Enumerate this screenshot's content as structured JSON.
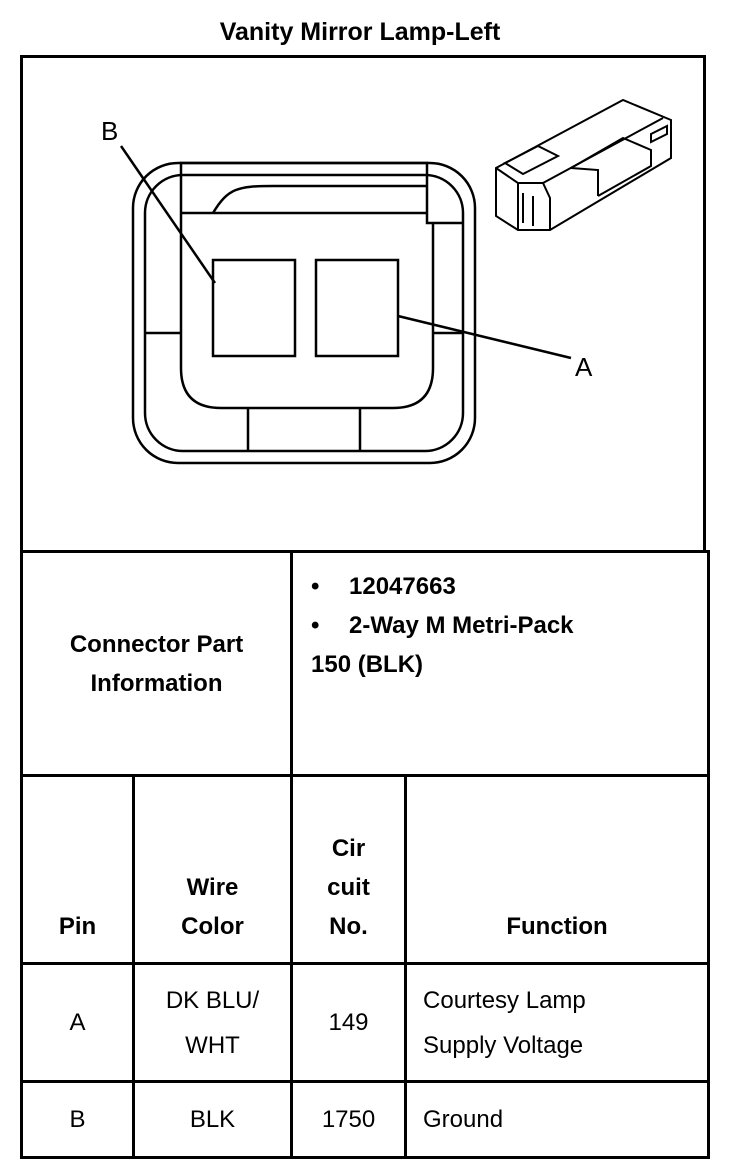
{
  "title": "Vanity Mirror Lamp-Left",
  "callouts": {
    "b": "B",
    "a": "A"
  },
  "connector_info": {
    "label_line1": "Connector Part",
    "label_line2": "Information",
    "bullet": "•",
    "part_number": "12047663",
    "part_desc_line1": "2-Way M Metri-Pack",
    "part_desc_line2": "150 (BLK)"
  },
  "pin_table": {
    "headers": {
      "pin": "Pin",
      "wire_color_line1": "Wire",
      "wire_color_line2": "Color",
      "circuit_line1": "Cir",
      "circuit_line2": "cuit",
      "circuit_line3": "No.",
      "function": "Function"
    },
    "rows": [
      {
        "pin": "A",
        "wire_line1": "DK BLU/",
        "wire_line2": "WHT",
        "circuit": "149",
        "function_line1": "Courtesy Lamp",
        "function_line2": "Supply Voltage"
      },
      {
        "pin": "B",
        "wire_line1": "BLK",
        "wire_line2": "",
        "circuit": "1750",
        "function_line1": "Ground",
        "function_line2": ""
      }
    ]
  }
}
